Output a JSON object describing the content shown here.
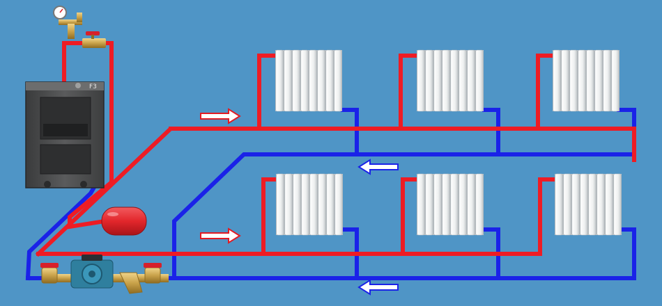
{
  "boiler": {
    "label": "F3"
  },
  "colors": {
    "background": "#4f95c6",
    "supply_pipe": "#ee1c24",
    "return_pipe": "#1a22e8",
    "radiator": "#f4f5f3",
    "radiator_shade": "#c9cdd0",
    "boiler_body": "#4c4d4e",
    "expansion_tank": "#e5262b",
    "valve_handle": "#d7202a",
    "brass": "#c9a24a",
    "pump": "#2f7f9e",
    "arrow_fill": "#ffffff",
    "arrow_outline": "#e21b23"
  },
  "icons": {
    "boiler": "boiler-icon",
    "pressure_gauge": "pressure-gauge-icon",
    "expansion_tank": "expansion-tank-icon",
    "pump": "circulation-pump-icon",
    "valve": "ball-valve-icon",
    "strainer": "strainer-icon",
    "flow_arrow": "flow-arrow-icon",
    "radiator": "radiator-icon"
  },
  "floors": [
    {
      "name": "upper",
      "radiator_count": 3,
      "supply_arrow": "right",
      "return_arrow": "left"
    },
    {
      "name": "lower",
      "radiator_count": 3,
      "supply_arrow": "right",
      "return_arrow": "left"
    }
  ]
}
